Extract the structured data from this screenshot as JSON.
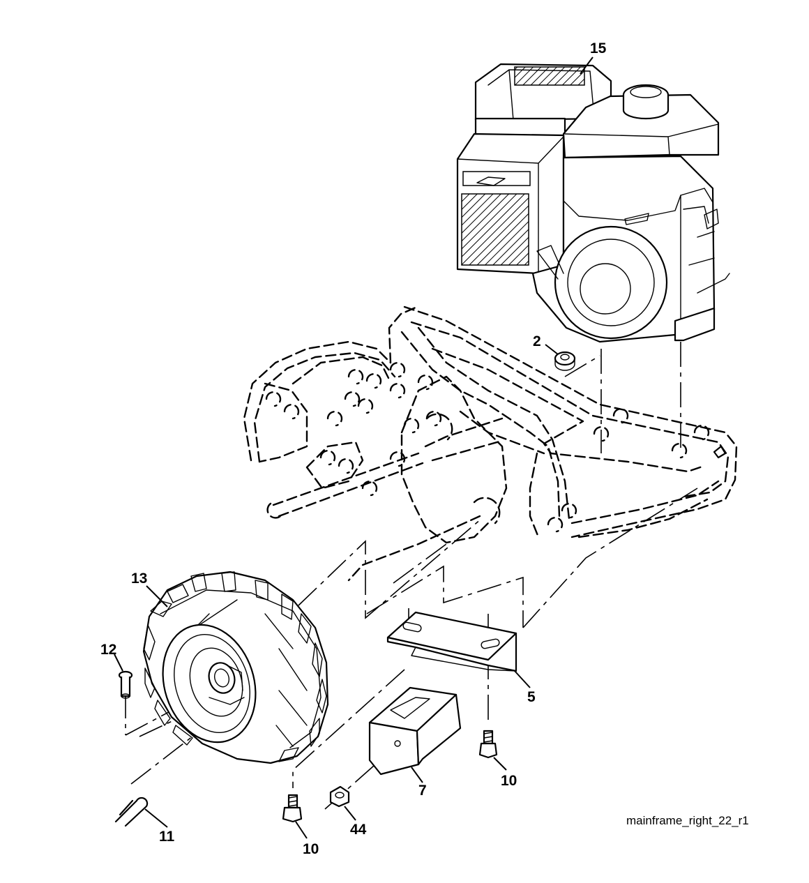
{
  "drawing_ref": "mainframe_right_22_r1",
  "callouts": {
    "c15": "15",
    "c2": "2",
    "c13": "13",
    "c12": "12",
    "c5": "5",
    "c7": "7",
    "c10a": "10",
    "c10b": "10",
    "c11": "11",
    "c44": "44"
  },
  "colors": {
    "line": "#000000",
    "background": "#ffffff"
  }
}
